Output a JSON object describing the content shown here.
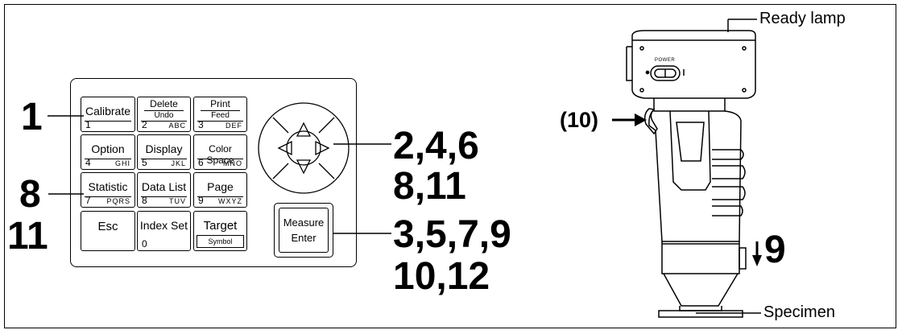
{
  "keypad": {
    "keys": [
      {
        "label": "Calibrate",
        "num": "1",
        "letters": ""
      },
      {
        "label_top": "Delete",
        "label_bottom": "Undo",
        "num": "2",
        "letters": "ABC"
      },
      {
        "label_top": "Print",
        "label_bottom": "Feed",
        "num": "3",
        "letters": "DEF"
      },
      {
        "label": "Option",
        "num": "4",
        "letters": "GHI"
      },
      {
        "label": "Display",
        "num": "5",
        "letters": "JKL"
      },
      {
        "label": "Color Space",
        "num": "6",
        "letters": "MNO"
      },
      {
        "label": "Statistic",
        "num": "7",
        "letters": "PQRS"
      },
      {
        "label": "Data List",
        "num": "8",
        "letters": "TUV"
      },
      {
        "label": "Page",
        "num": "9",
        "letters": "WXYZ"
      },
      {
        "label": "Esc"
      },
      {
        "label": "Index Set",
        "num": "0"
      },
      {
        "label": "Target",
        "sub": "Symbol"
      }
    ],
    "measure_key": {
      "line1": "Measure",
      "line2": "Enter"
    }
  },
  "steps": {
    "left_1": "1",
    "left_2": "8",
    "left_3": "11",
    "right_1": "2,4,6",
    "right_2": "8,11",
    "right_3": "3,5,7,9",
    "right_4": "10,12"
  },
  "device": {
    "power_label": "POWER",
    "ready_lamp": "Ready lamp",
    "specimen": "Specimen",
    "trigger_step": "(10)",
    "lower_step": "9"
  }
}
